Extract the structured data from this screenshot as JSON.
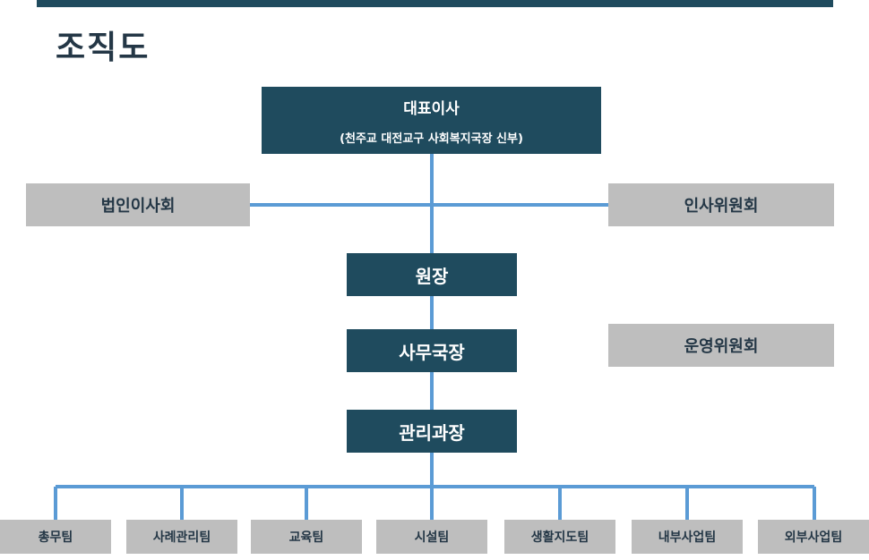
{
  "page": {
    "title": "조직도"
  },
  "org": {
    "ceo": {
      "title": "대표이사",
      "subtitle": "(천주교 대전교구 사회복지국장 신부)"
    },
    "board": "법인이사회",
    "hr_committee": "인사위원회",
    "director": "원장",
    "secretary_general": "사무국장",
    "manager": "관리과장",
    "operations_committee": "운영위원회",
    "teams": [
      "총무팀",
      "사례관리팀",
      "교육팀",
      "시설팀",
      "생활지도팀",
      "내부사업팀",
      "외부사업팀"
    ]
  },
  "colors": {
    "dark_box": "#1f4b5e",
    "gray_box": "#bebebe",
    "connector": "#5b9bd5",
    "text_dark": "#243746"
  }
}
